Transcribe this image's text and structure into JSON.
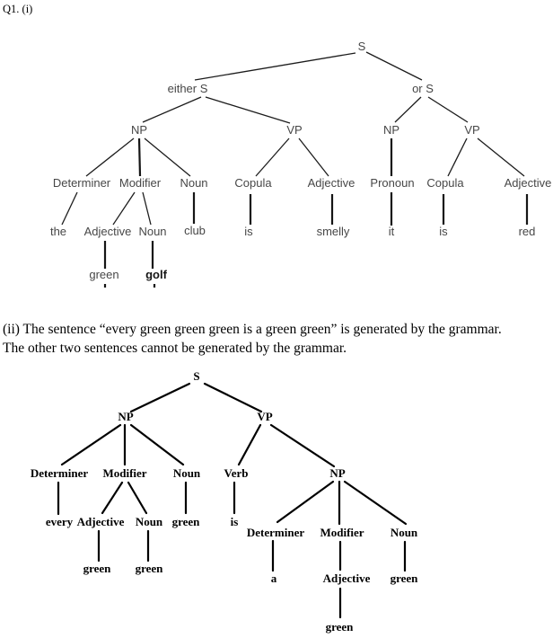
{
  "page": {
    "question_label": "Q1. (i)",
    "note_line1": "(ii) The sentence “every green green green is a green green” is generated by the grammar.",
    "note_line2": "The other two sentences cannot be generated by the grammar."
  },
  "tree1": {
    "s": "S",
    "either_s": "either S",
    "or_s": "or S",
    "np1": "NP",
    "vp1": "VP",
    "np2": "NP",
    "vp2": "VP",
    "determiner": "Determiner",
    "modifier": "Modifier",
    "noun1": "Noun",
    "copula1": "Copula",
    "adjective1": "Adjective",
    "pronoun": "Pronoun",
    "copula2": "Copula",
    "adjective2": "Adjective",
    "the": "the",
    "adjective3": "Adjective",
    "noun2": "Noun",
    "club": "club",
    "is1": "is",
    "smelly": "smelly",
    "it": "it",
    "is2": "is",
    "red": "red",
    "green": "green",
    "golf": "golf"
  },
  "tree2": {
    "s": "S",
    "np1": "NP",
    "vp1": "VP",
    "determiner1": "Determiner",
    "modifier1": "Modifier",
    "noun1": "Noun",
    "verb": "Verb",
    "np2": "NP",
    "every": "every",
    "adjective1": "Adjective",
    "noun2": "Noun",
    "green1": "green",
    "is": "is",
    "determiner2": "Determiner",
    "modifier2": "Modifier",
    "noun3": "Noun",
    "green2": "green",
    "green3": "green",
    "a": "a",
    "adjective2": "Adjective",
    "green4": "green",
    "green5": "green"
  },
  "colors": {
    "background": "#ffffff",
    "body_text": "#000000",
    "tree1_text": "#474747",
    "tree1_line": "#1c1c1c",
    "tree2_text": "#000000",
    "tree2_line": "#000000"
  }
}
